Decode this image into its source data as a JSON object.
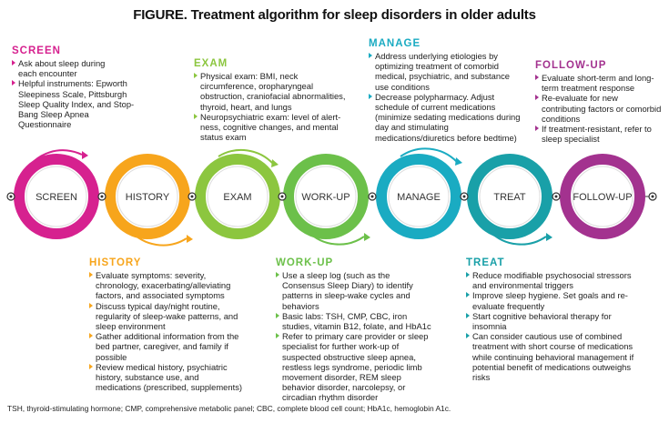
{
  "title": "FIGURE. Treatment algorithm for sleep disorders in older adults",
  "colors": {
    "screen": "#d6218f",
    "history": "#f7a51c",
    "exam": "#8cc63f",
    "workup": "#6cc04a",
    "manage": "#1aabc2",
    "treat": "#19a0a8",
    "followup": "#a3328f"
  },
  "steps": [
    {
      "key": "screen",
      "label": "SCREEN"
    },
    {
      "key": "history",
      "label": "HISTORY"
    },
    {
      "key": "exam",
      "label": "EXAM"
    },
    {
      "key": "workup",
      "label": "WORK-UP"
    },
    {
      "key": "manage",
      "label": "MANAGE"
    },
    {
      "key": "treat",
      "label": "TREAT"
    },
    {
      "key": "followup",
      "label": "FOLLOW-UP"
    }
  ],
  "panels": {
    "screen": {
      "heading": "SCREEN",
      "items": [
        "Ask about sleep during each encounter",
        "Helpful instruments: Epworth Sleepiness Scale, Pittsburgh Sleep Quality Index, and Stop-Bang Sleep Apnea Questionnaire"
      ]
    },
    "exam": {
      "heading": "EXAM",
      "items": [
        "Physical exam: BMI, neck circumference, oropharyngeal obstruction, craniofacial abnormalities, thyroid, heart, and lungs",
        "Neuropsychiatric exam: level of alert-ness, cognitive changes, and mental status exam"
      ]
    },
    "manage": {
      "heading": "MANAGE",
      "items": [
        "Address underlying etiologies by optimizing treatment of comorbid medical, psychiatric, and substance use conditions",
        "Decrease polypharmacy. Adjust schedule of current medications (minimize sedating medications during day and stimulating medications/diuretics before bedtime)"
      ]
    },
    "followup": {
      "heading": "FOLLOW-UP",
      "items": [
        "Evaluate short-term and long-term treatment response",
        "Re-evaluate for new contributing factors or comorbid conditions",
        "If treatment-resistant, refer to sleep specialist"
      ]
    },
    "history": {
      "heading": "HISTORY",
      "items": [
        "Evaluate symptoms: severity, chronology, exacerbating/alleviating factors, and associated symptoms",
        "Discuss typical day/night routine, regularity of sleep-wake patterns, and sleep environment",
        "Gather additional information from the bed partner, caregiver, and family if possible",
        "Review medical history, psychiatric history, substance use, and medications (prescribed, supplements)"
      ]
    },
    "workup": {
      "heading": "WORK-UP",
      "items": [
        "Use a sleep log (such as the Consensus Sleep Diary) to identify patterns in sleep-wake cycles and behaviors",
        "Basic labs: TSH, CMP, CBC, iron studies, vitamin B12, folate, and HbA1c",
        "Refer to primary care provider or sleep specialist for further work-up of suspected obstructive sleep apnea, restless legs syndrome, periodic limb movement disorder, REM sleep behavior disorder, narcolepsy, or circadian rhythm disorder"
      ]
    },
    "treat": {
      "heading": "TREAT",
      "items": [
        "Reduce modifiable psychosocial stressors and environmental triggers",
        "Improve sleep hygiene. Set goals and re-evaluate frequently",
        "Start cognitive behavioral therapy for insomnia",
        "Can consider cautious use of combined treatment with short course of medications while continuing behavioral management if potential benefit of medications outweighs risks"
      ]
    }
  },
  "footnote": "TSH, thyroid-stimulating hormone; CMP, comprehensive metabolic panel; CBC, complete blood cell count; HbA1c, hemoglobin A1c."
}
